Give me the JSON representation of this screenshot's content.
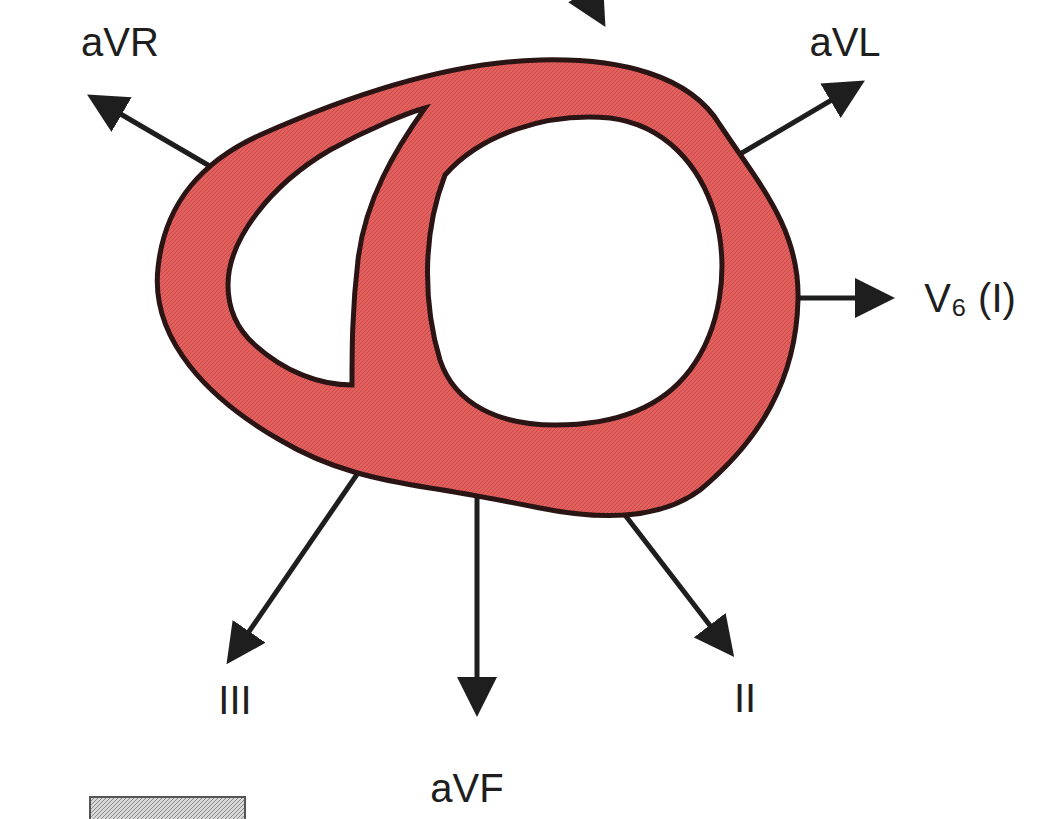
{
  "diagram": {
    "labels": [
      "aVR",
      "aVL",
      "V₆ (I)",
      "III",
      "aVF",
      "II"
    ]
  }
}
